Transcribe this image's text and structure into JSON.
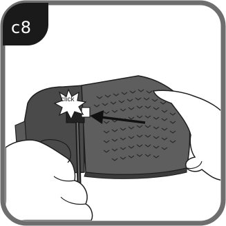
{
  "step": {
    "label": "c8"
  },
  "callout": {
    "text": "click"
  },
  "colors": {
    "frame_border": "#6e6e6e",
    "badge": "#1a1a1a",
    "device_dark": "#4a4a4a",
    "device_mid": "#5e5e5e",
    "hand_fill": "#ffffff",
    "line": "#1e1e1e"
  },
  "icons": [
    "step-badge",
    "click-starburst-icon",
    "insert-arrow-icon"
  ]
}
